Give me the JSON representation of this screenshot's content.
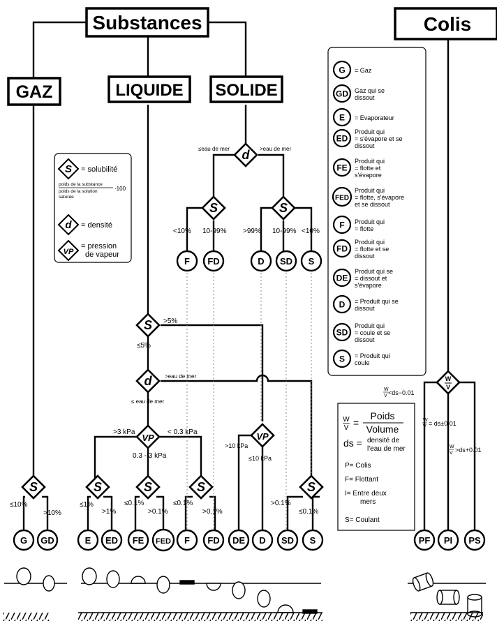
{
  "headers": {
    "substances": "Substances",
    "colis": "Colis",
    "gaz": "GAZ",
    "liquide": "LIQUIDE",
    "solide": "SOLIDE"
  },
  "legend_symbols": {
    "s_label": "= solubilité",
    "formula_num": "poids de la substance",
    "formula_den": "poids de la solution",
    "formula_den2": "saturée",
    "formula_mult": "·100",
    "d_label": "= densité",
    "vp_label1": "= pression",
    "vp_label2": "de vapeur"
  },
  "legend_codes": [
    {
      "code": "G",
      "lines": [
        "= Gaz"
      ]
    },
    {
      "code": "GD",
      "lines": [
        "Gaz qui se",
        "dissout"
      ]
    },
    {
      "code": "E",
      "lines": [
        "= Evaporateur"
      ]
    },
    {
      "code": "ED",
      "lines": [
        "Produit qui",
        "= s'évapore et se",
        "dissout"
      ]
    },
    {
      "code": "FE",
      "lines": [
        "Produit qui",
        "= flotte et",
        "s'évapore"
      ]
    },
    {
      "code": "FED",
      "lines": [
        "Produit qui",
        "= flotte, s'évapore",
        "et se dissout"
      ]
    },
    {
      "code": "F",
      "lines": [
        "Produit qui",
        "= flotte"
      ]
    },
    {
      "code": "FD",
      "lines": [
        "Produit qui",
        "= flotte et se",
        "dissout"
      ]
    },
    {
      "code": "DE",
      "lines": [
        "Produit qui se",
        "= dissout et",
        "s'évapore"
      ]
    },
    {
      "code": "D",
      "lines": [
        "= Produit qui se",
        "dissout"
      ]
    },
    {
      "code": "SD",
      "lines": [
        "Produit qui",
        "= coule et se",
        "dissout"
      ]
    },
    {
      "code": "S",
      "lines": [
        "= Produit qui",
        "coule"
      ]
    }
  ],
  "colis_legend": {
    "w": "W",
    "v": "V",
    "poids": "Poids",
    "volume": "Volume",
    "ds": "ds =",
    "ds_def1": "densité de",
    "ds_def2": "l'eau de mer",
    "p": "P= Colis",
    "f": "F= Flottant",
    "i1": "I= Entre deux",
    "i2": "mers",
    "s": "S= Coulant"
  },
  "symbols": {
    "s": "S",
    "d": "d",
    "vp": "VP",
    "wv_w": "W",
    "wv_v": "V"
  },
  "branch_labels": {
    "lt_eau_mer": "≤eau de mer",
    "gt_eau_mer": ">eau de mer",
    "lt10": "<10%",
    "r10_99": "10-99%",
    "gt99": ">99%",
    "r10_99b": "10-99%",
    "lt10b": "<10%",
    "gt5": ">5%",
    "le5": "≤5%",
    "gt_eau_mer2": ">eau de mer",
    "le_eau_mer2": "≤ eau de mer",
    "gt3kpa": ">3 kPa",
    "lt03kpa": "< 0.3 kPa",
    "r03_3kpa": "0.3 - 3 kPa",
    "gt10kpa": ">10 kPa",
    "le10kpa": "≤10 kPa",
    "gaz_le10": "≤10%",
    "gaz_gt10": ">10%",
    "le1": "≤1%",
    "gt1": ">1%",
    "le01a": "≤0.1%",
    "gt01a": ">0.1%",
    "le01b": "≤0.1%",
    "gt01b": ">0.1%",
    "gt01c": ">0.1%",
    "le01c": "≤0.1%",
    "colis_lt": "<ds−0.01",
    "colis_eq": "= ds±0.01",
    "colis_gt": ">ds+0.01"
  },
  "outcomes": {
    "solid": [
      "F",
      "FD",
      "D",
      "SD",
      "S"
    ],
    "bottom": [
      "G",
      "GD",
      "E",
      "ED",
      "FE",
      "FED",
      "F",
      "FD",
      "DE",
      "D",
      "SD",
      "S"
    ],
    "colis": [
      "PF",
      "PI",
      "PS"
    ]
  }
}
